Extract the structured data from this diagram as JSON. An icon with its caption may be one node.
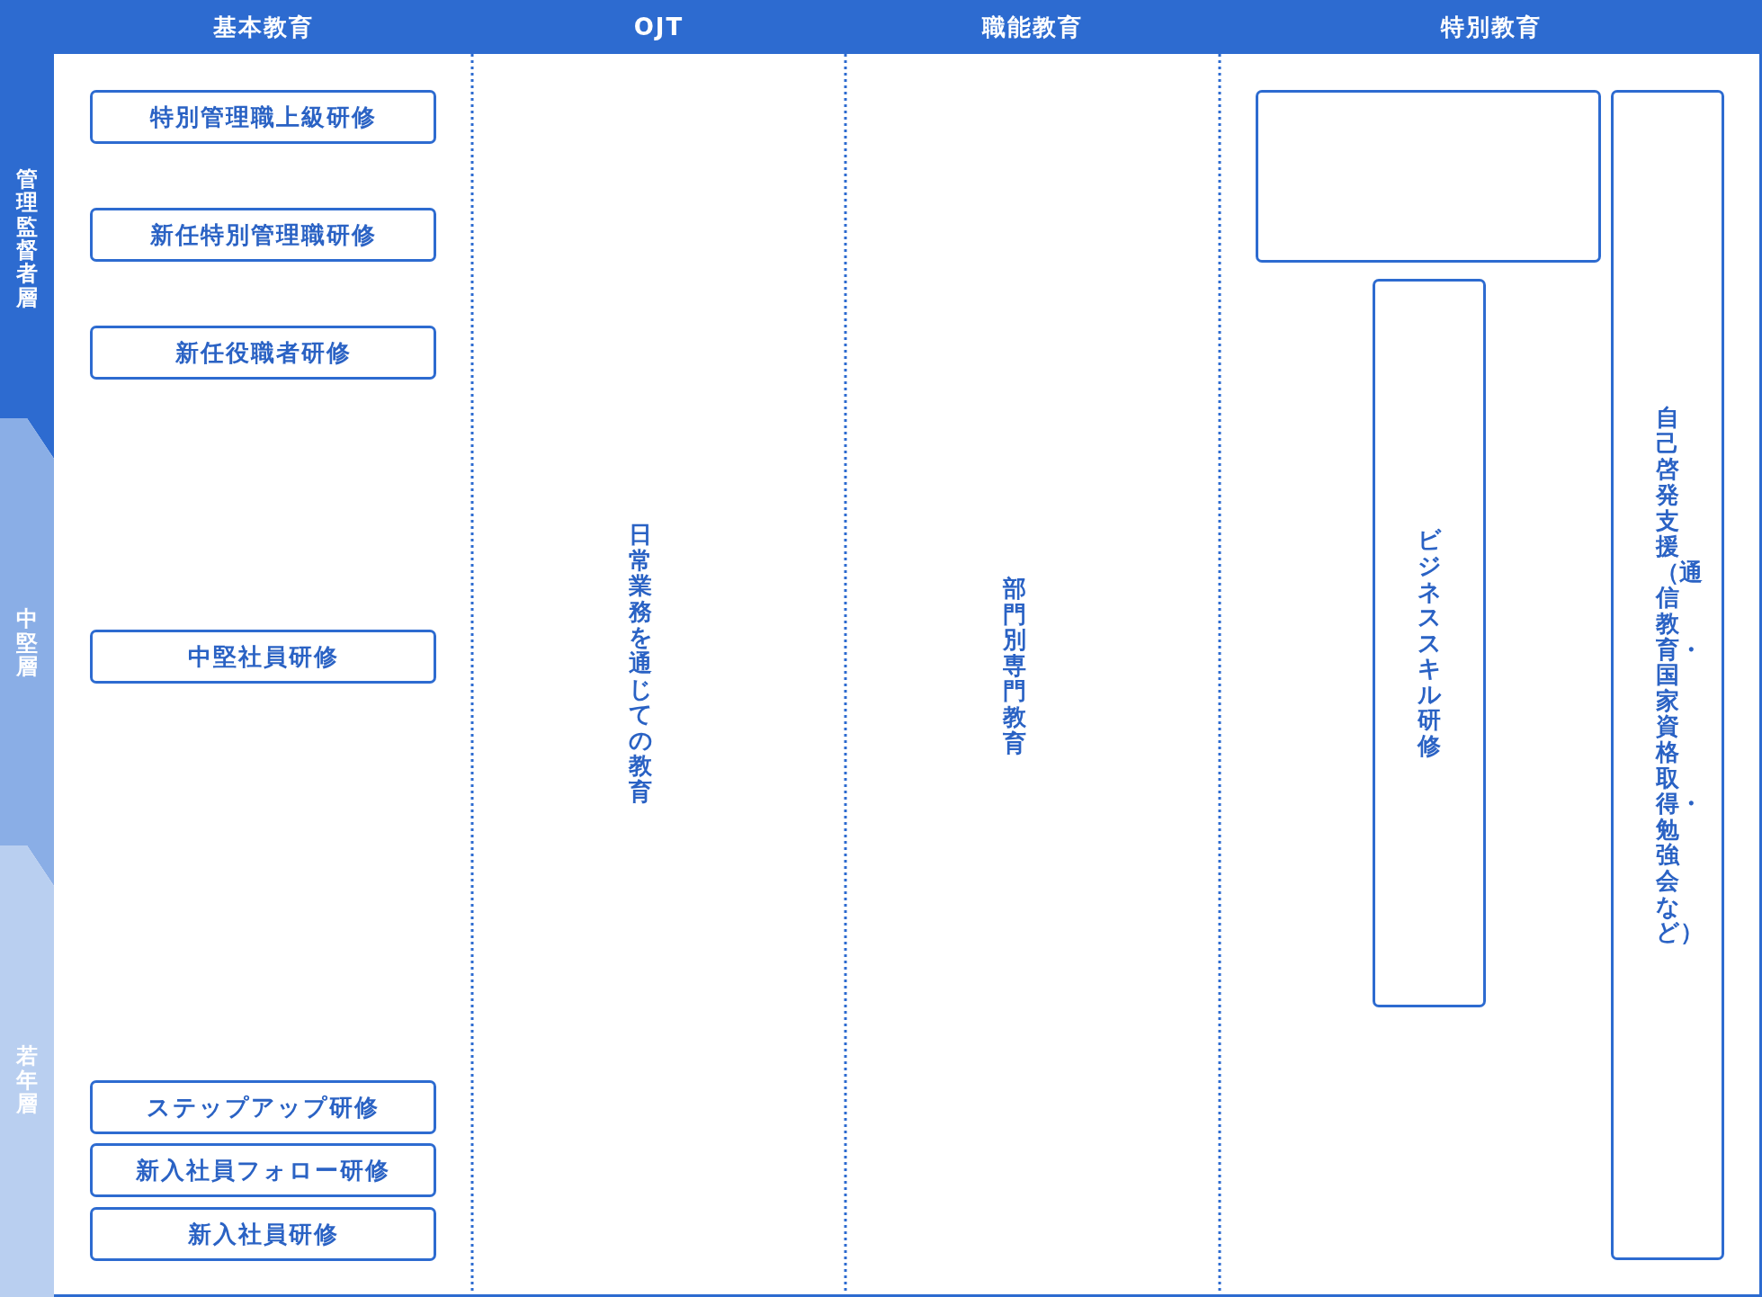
{
  "diagram": {
    "nodes": [
      {
        "text": [
          "基本教育"
        ]
      },
      {
        "text": [
          "OJT"
        ]
      },
      {
        "text": [
          "職能教育"
        ]
      },
      {
        "text": [
          "特別教育"
        ]
      },
      {
        "text": [
          "管理監督者層"
        ]
      },
      {
        "text": [
          "中堅層"
        ]
      },
      {
        "text": [
          "若年層"
        ]
      },
      {
        "text": [
          "特別管理職上級研修"
        ]
      },
      {
        "text": [
          "新任特別管理職研修"
        ]
      },
      {
        "text": [
          "新任役職者研修"
        ]
      },
      {
        "text": [
          "中堅社員研修"
        ]
      },
      {
        "text": [
          "ステップアップ研修"
        ]
      },
      {
        "text": [
          "新入社員フォロー研修"
        ]
      },
      {
        "text": [
          "新入社員研修"
        ]
      },
      {
        "text": [],
        "shape": "box"
      },
      {
        "text": [
          "ビジネススキル研修"
        ]
      },
      {
        "text": [
          "自己啓発支援（通信教育・国家資格取得・勉強会など）"
        ]
      }
    ],
    "labels": [
      "日常業務を通じての教育",
      "部門別専門教育"
    ]
  }
}
